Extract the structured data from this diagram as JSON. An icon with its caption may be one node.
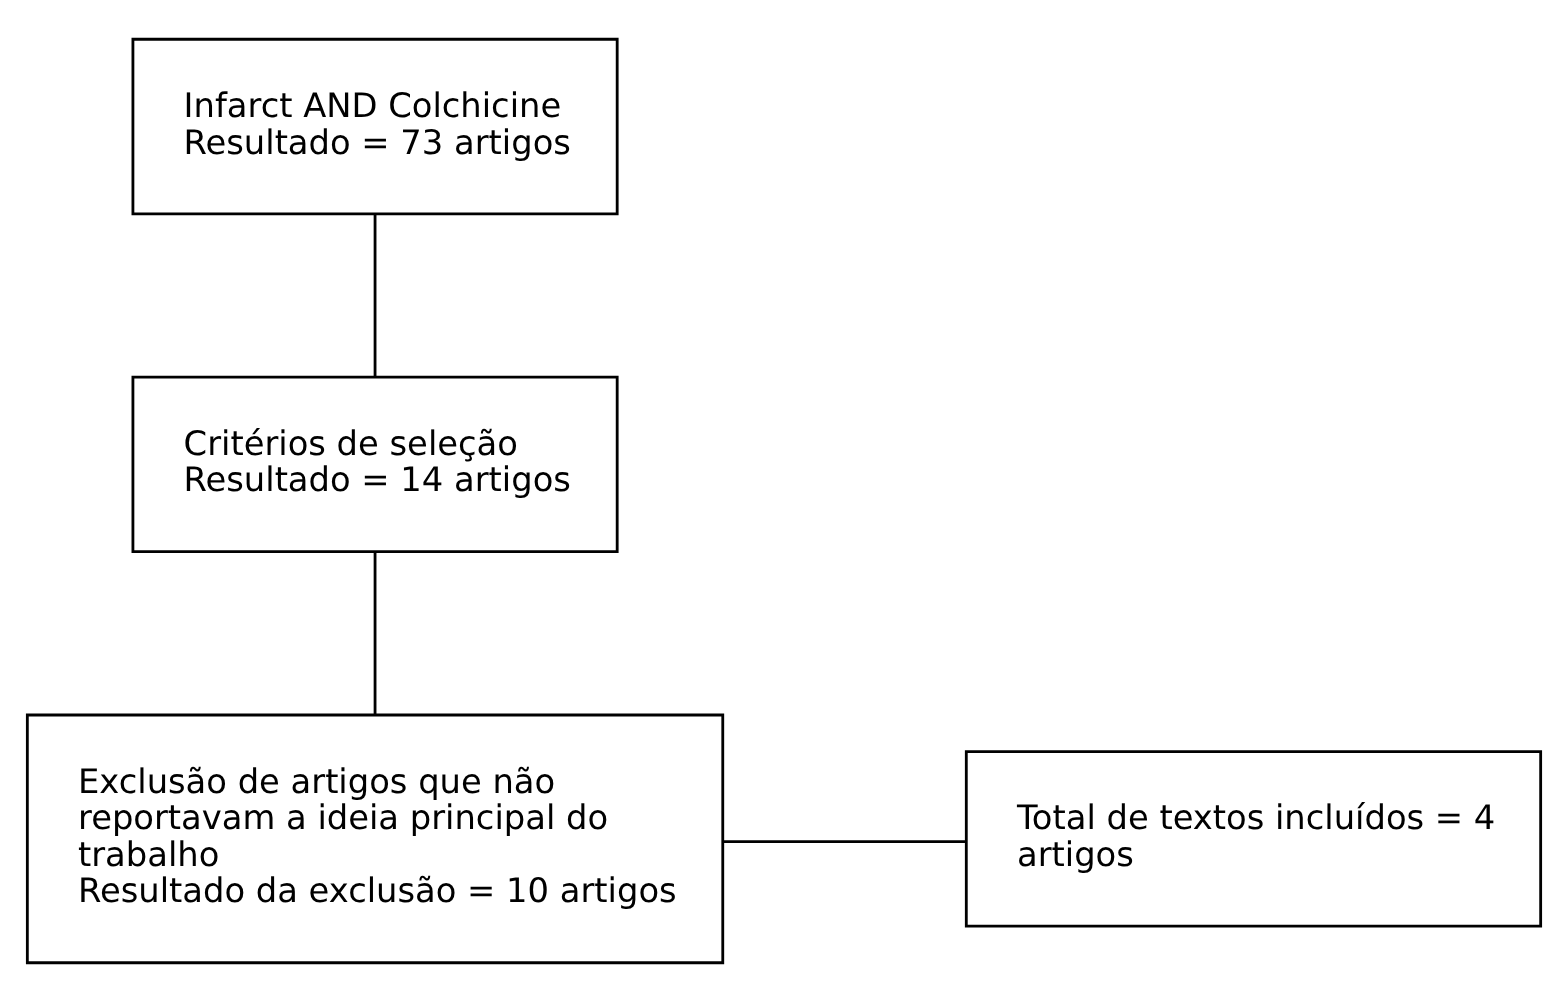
{
  "diagram": {
    "nodes": [
      {
        "text": [
          "Infarct AND Colchicine",
          "Resultado = 73 artigos"
        ]
      },
      {
        "text": [
          "Critérios de seleção",
          "Resultado = 14 artigos"
        ]
      },
      {
        "text": [
          "Exclusão de artigos que não reportavam a ideia principal do trabalho",
          "Resultado da exclusão = 10 artigos"
        ]
      },
      {
        "text": [
          "Total de textos incluídos = 4 artigos"
        ]
      }
    ],
    "edges": [
      {
        "from": 0,
        "to": 1,
        "arrow": "none"
      },
      {
        "from": 1,
        "to": 2,
        "arrow": "none"
      },
      {
        "from": 2,
        "to": 3,
        "arrow": "none"
      }
    ]
  }
}
